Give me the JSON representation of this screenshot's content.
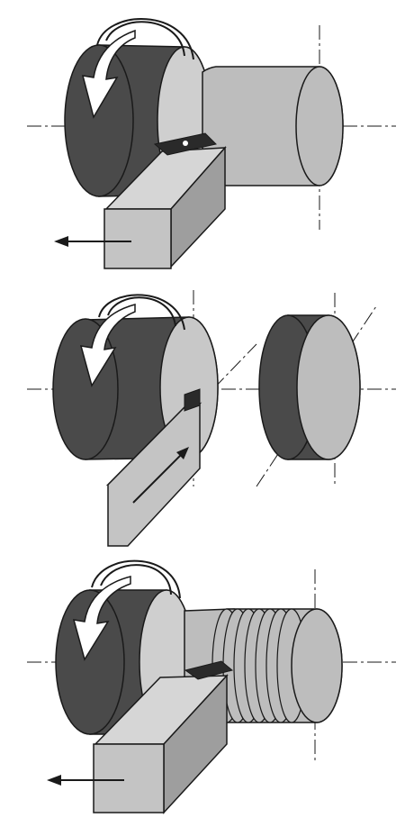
{
  "figure": {
    "panels": [
      {
        "operation": "turning",
        "icons": [
          "rotation-arrow-icon",
          "feed-arrow-icon"
        ]
      },
      {
        "operation": "parting-off",
        "icons": [
          "rotation-arrow-icon",
          "feed-arrow-icon"
        ]
      },
      {
        "operation": "threading",
        "icons": [
          "rotation-arrow-icon",
          "feed-arrow-icon"
        ]
      }
    ],
    "colors": {
      "chuck_dark": "#4a4a4a",
      "workpiece_light": "#bdbdbd",
      "tool_light": "#c4c4c4",
      "outline": "#1a1a1a",
      "background": "#ffffff"
    }
  }
}
